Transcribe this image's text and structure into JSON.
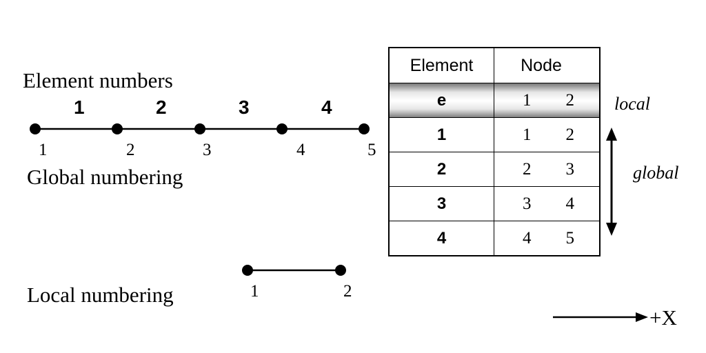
{
  "labels": {
    "element_numbers": "Element numbers",
    "global_numbering": "Global numbering",
    "local_numbering": "Local numbering",
    "local": "local",
    "global": "global",
    "axis": "+X"
  },
  "global_mesh": {
    "elements": [
      "1",
      "2",
      "3",
      "4"
    ],
    "nodes": [
      "1",
      "2",
      "3",
      "4",
      "5"
    ]
  },
  "local_element": {
    "nodes": [
      "1",
      "2"
    ]
  },
  "table": {
    "headers": [
      "Element",
      "Node"
    ],
    "rows": [
      {
        "element": "e",
        "n1": "1",
        "n2": "2"
      },
      {
        "element": "1",
        "n1": "1",
        "n2": "2"
      },
      {
        "element": "2",
        "n1": "2",
        "n2": "3"
      },
      {
        "element": "3",
        "n1": "3",
        "n2": "4"
      },
      {
        "element": "4",
        "n1": "4",
        "n2": "5"
      }
    ]
  }
}
